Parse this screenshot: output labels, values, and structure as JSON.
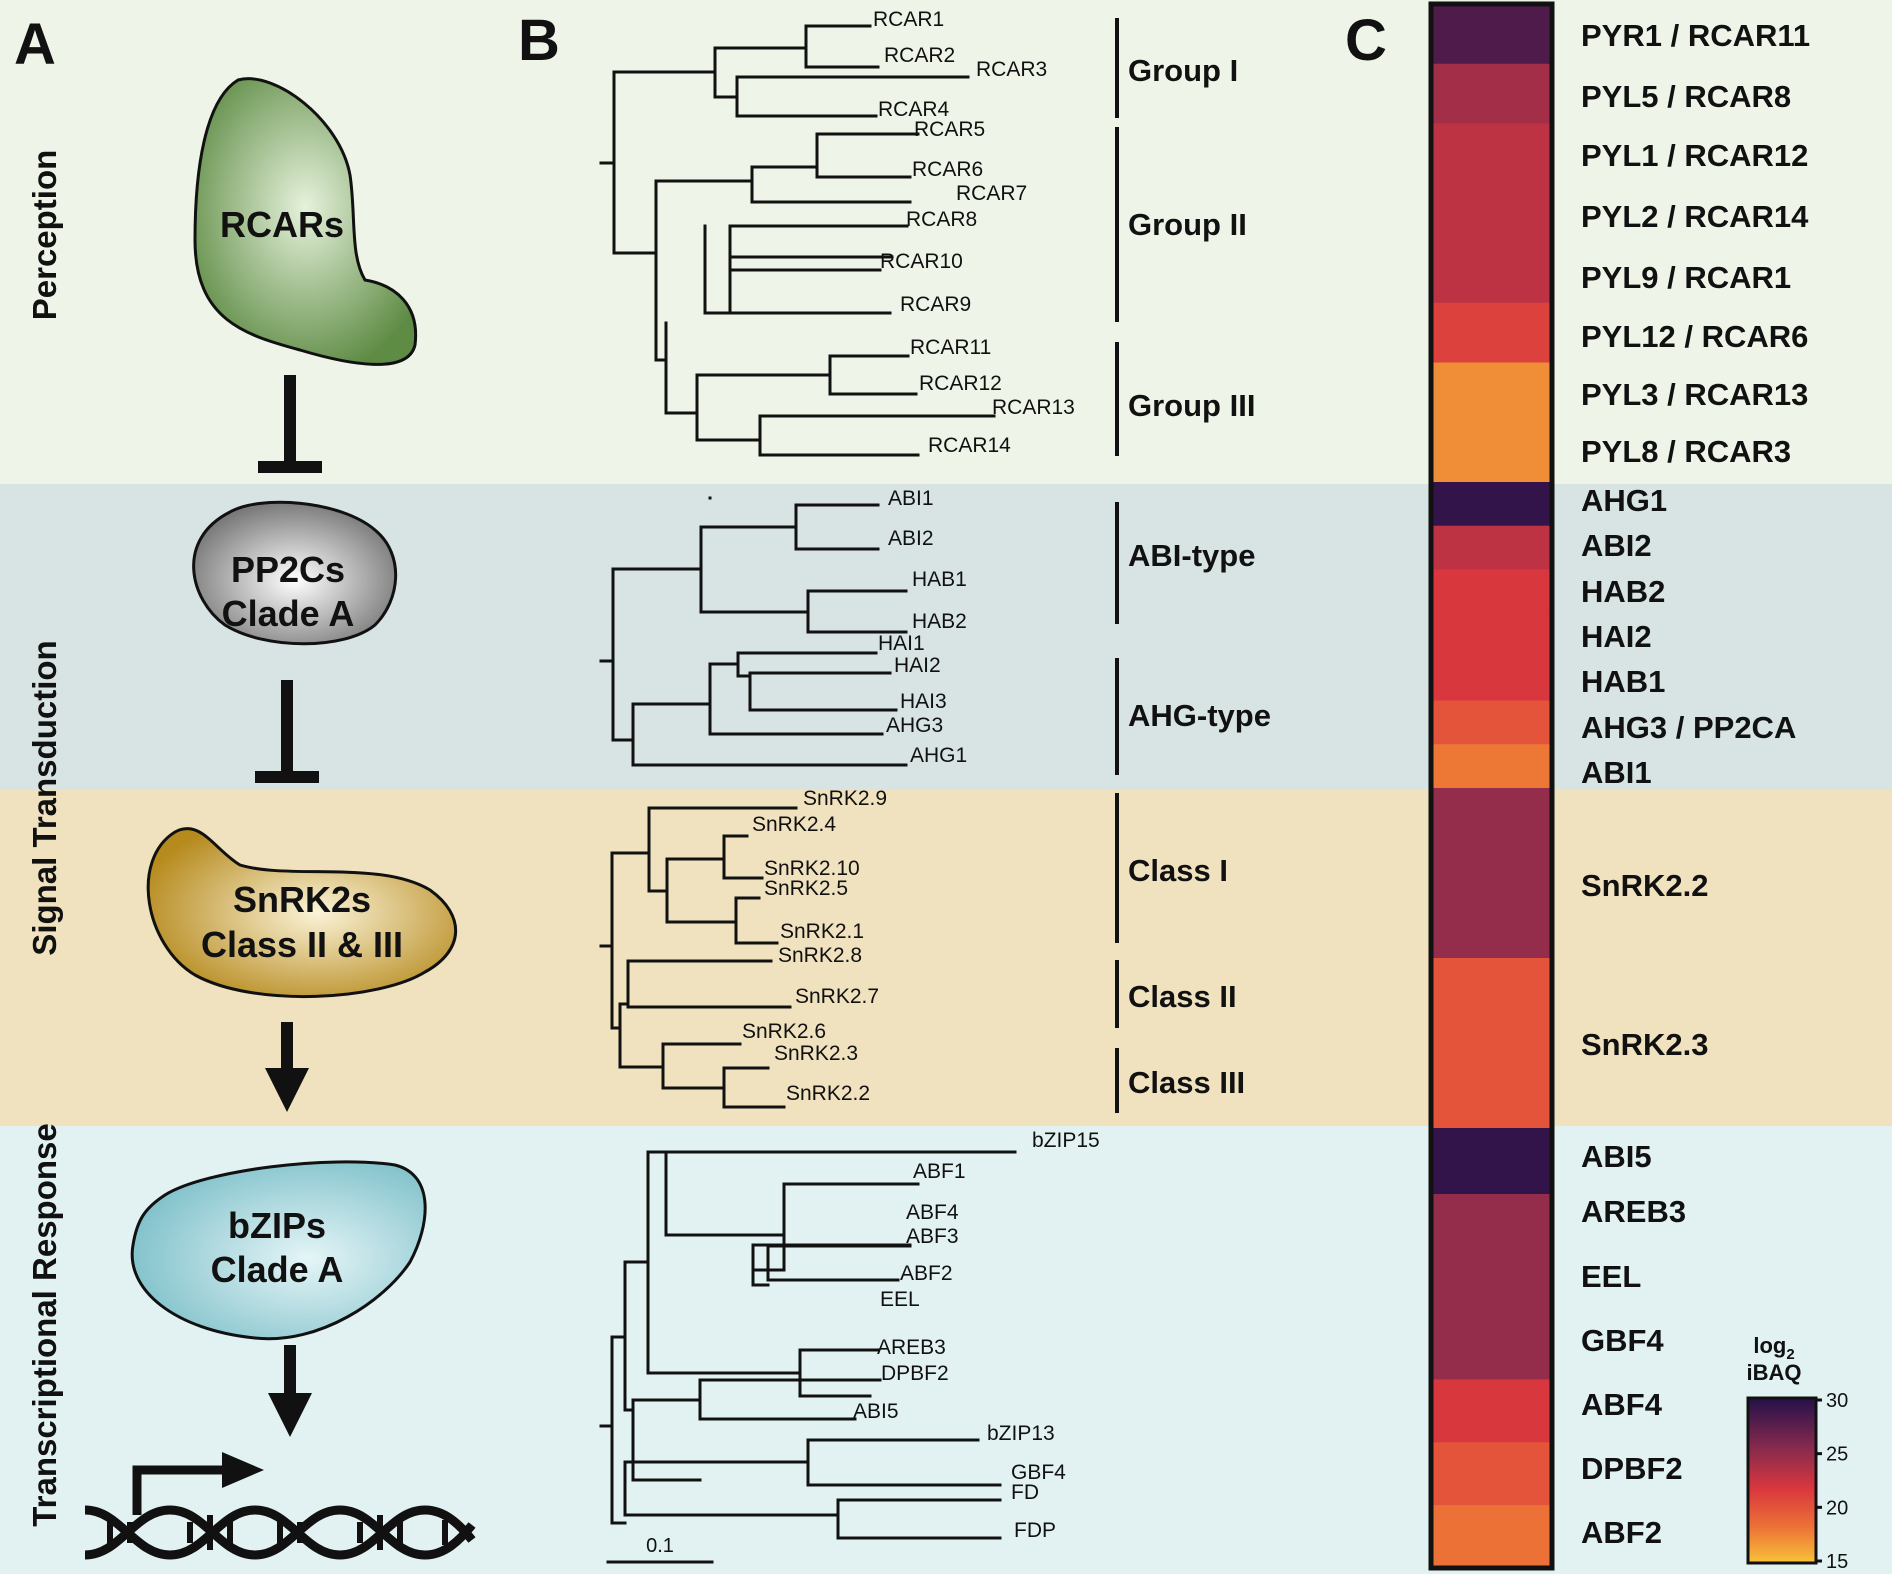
{
  "panels": {
    "a": "A",
    "b": "B",
    "c": "C"
  },
  "bands": [
    {
      "id": "perception",
      "label": "Perception",
      "color": "#eef5e8"
    },
    {
      "id": "signal",
      "label": "Signal Transduction",
      "color": "#d8e4e4"
    },
    {
      "id": "signal2",
      "label": "",
      "color": "#f0e2bf"
    },
    {
      "id": "transcription",
      "label": "Transcriptional Response",
      "color": "#e2f2f2"
    }
  ],
  "pathway": {
    "rcars": "RCARs",
    "pp2c_line1": "PP2Cs",
    "pp2c_line2": "Clade A",
    "snrk_line1": "SnRK2s",
    "snrk_line2": "Class II & III",
    "bzip_line1": "bZIPs",
    "bzip_line2": "Clade A",
    "colors": {
      "rcars": "#8fb07a",
      "pp2c": "#a9a9a9",
      "snrk": "#c8a136",
      "bzip": "#9dd0d6"
    }
  },
  "trees": {
    "rcar": {
      "leaves": [
        "RCAR1",
        "RCAR2",
        "RCAR3",
        "RCAR4",
        "RCAR5",
        "RCAR6",
        "RCAR7",
        "RCAR8",
        "RCAR10",
        "RCAR9",
        "RCAR11",
        "RCAR12",
        "RCAR13",
        "RCAR14"
      ],
      "groups": [
        "Group I",
        "Group II",
        "Group III"
      ]
    },
    "pp2c": {
      "leaves": [
        "ABI1",
        "ABI2",
        "HAB1",
        "HAB2",
        "HAI1",
        "HAI2",
        "HAI3",
        "AHG3",
        "AHG1"
      ],
      "groups": [
        "ABI-type",
        "AHG-type"
      ]
    },
    "snrk": {
      "leaves": [
        "SnRK2.9",
        "SnRK2.4",
        "SnRK2.10",
        "SnRK2.5",
        "SnRK2.1",
        "SnRK2.8",
        "SnRK2.7",
        "SnRK2.6",
        "SnRK2.3",
        "SnRK2.2"
      ],
      "groups": [
        "Class I",
        "Class II",
        "Class III"
      ]
    },
    "bzip": {
      "leaves": [
        "bZIP15",
        "ABF1",
        "ABF4",
        "ABF3",
        "ABF2",
        "EEL",
        "AREB3",
        "DPBF2",
        "ABI5",
        "bZIP13",
        "GBF4",
        "FD",
        "FDP"
      ]
    },
    "scale_bar": "0.1"
  },
  "heatmap": {
    "rcar": [
      {
        "label": "PYR1 / RCAR11",
        "log2_ibaq": 28.5
      },
      {
        "label": "PYL5 / RCAR8",
        "log2_ibaq": 25.5
      },
      {
        "label": "PYL1 / RCAR12",
        "log2_ibaq": 24.5
      },
      {
        "label": "PYL2 / RCAR14",
        "log2_ibaq": 24.5
      },
      {
        "label": "PYL9 / RCAR1",
        "log2_ibaq": 24.5
      },
      {
        "label": "PYL12 / RCAR6",
        "log2_ibaq": 23
      },
      {
        "label": "PYL3 / RCAR13",
        "log2_ibaq": 18.5
      },
      {
        "label": "PYL8 / RCAR3",
        "log2_ibaq": 18.5
      }
    ],
    "pp2c": [
      {
        "label": "AHG1",
        "log2_ibaq": 29.5
      },
      {
        "label": "ABI2",
        "log2_ibaq": 24.5
      },
      {
        "label": "HAB2",
        "log2_ibaq": 23.5
      },
      {
        "label": "HAI2",
        "log2_ibaq": 23.5
      },
      {
        "label": "HAB1",
        "log2_ibaq": 23.5
      },
      {
        "label": "AHG3 / PP2CA",
        "log2_ibaq": 22
      },
      {
        "label": "ABI1",
        "log2_ibaq": 20
      }
    ],
    "snrk": [
      {
        "label": "SnRK2.2",
        "log2_ibaq": 26
      },
      {
        "label": "SnRK2.3",
        "log2_ibaq": 22
      }
    ],
    "bzip": [
      {
        "label": "ABI5",
        "log2_ibaq": 29.5
      },
      {
        "label": "AREB3",
        "log2_ibaq": 26
      },
      {
        "label": "EEL",
        "log2_ibaq": 26
      },
      {
        "label": "GBF4",
        "log2_ibaq": 26
      },
      {
        "label": "ABF4",
        "log2_ibaq": 23.5
      },
      {
        "label": "DPBF2",
        "log2_ibaq": 22
      },
      {
        "label": "ABF2",
        "log2_ibaq": 20.5
      }
    ]
  },
  "colorbar": {
    "title_line1": "log",
    "title_sub": "2",
    "title_line2": "iBAQ",
    "ticks": [
      "30",
      "25",
      "20",
      "15"
    ],
    "min": 15,
    "max": 30
  }
}
